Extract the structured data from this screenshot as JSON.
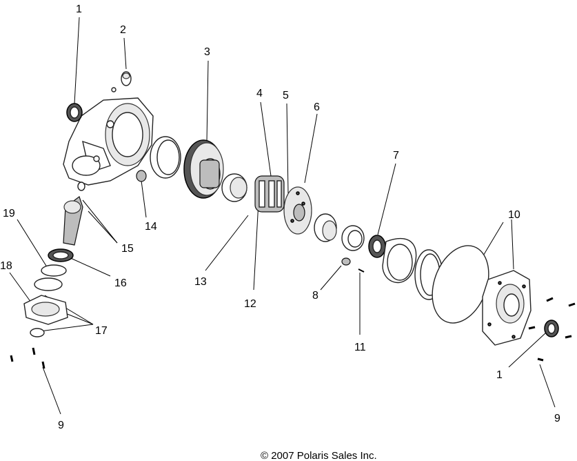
{
  "callouts": [
    {
      "id": "c1a",
      "text": "1"
    },
    {
      "id": "c2",
      "text": "2"
    },
    {
      "id": "c3",
      "text": "3"
    },
    {
      "id": "c4",
      "text": "4"
    },
    {
      "id": "c5",
      "text": "5"
    },
    {
      "id": "c6",
      "text": "6"
    },
    {
      "id": "c7",
      "text": "7"
    },
    {
      "id": "c8",
      "text": "8"
    },
    {
      "id": "c9a",
      "text": "9"
    },
    {
      "id": "c9b",
      "text": "9"
    },
    {
      "id": "c10",
      "text": "10"
    },
    {
      "id": "c11",
      "text": "11"
    },
    {
      "id": "c12",
      "text": "12"
    },
    {
      "id": "c13",
      "text": "13"
    },
    {
      "id": "c14",
      "text": "14"
    },
    {
      "id": "c15",
      "text": "15"
    },
    {
      "id": "c16",
      "text": "16"
    },
    {
      "id": "c17",
      "text": "17"
    },
    {
      "id": "c18",
      "text": "18"
    },
    {
      "id": "c19",
      "text": "19"
    },
    {
      "id": "c1b",
      "text": "1"
    }
  ],
  "copyright": "© 2007  Polaris Sales Inc."
}
